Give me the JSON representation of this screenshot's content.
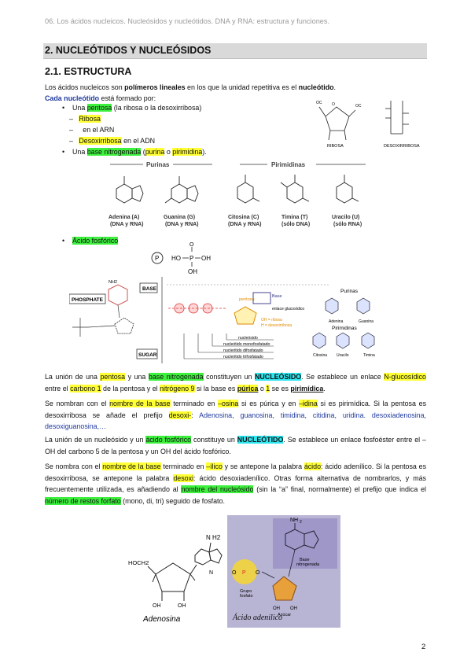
{
  "header": "06. Los ácidos nucleicos. Nucleósidos y nucleótidos. DNA y RNA: estructura y funciones.",
  "section_title": "2. NUCLEÓTIDOS Y NUCLEÓSIDOS",
  "subsection_title": "2.1. ESTRUCTURA",
  "intro": {
    "a": "Los ácidos nucleicos son ",
    "b": "polímeros lineales",
    "c": " en los que la unidad repetitiva es el ",
    "d": "nucleótido",
    "e": "."
  },
  "line2": {
    "a": "Cada nucleótido",
    "b": " está formado por:"
  },
  "bullet1": {
    "a": "Una ",
    "b": "pentosa",
    "c": " (la ribosa o la desoxirribosa)"
  },
  "sub1": "Ribosa",
  "sub2": "en el ARN",
  "sub3": {
    "a": "Desoxirribosa",
    "b": " en el ADN"
  },
  "bullet2": {
    "a": "Una ",
    "b": "base nitrogenada",
    "c": " (",
    "d": "purina",
    "e": " o ",
    "f": "pirimidina",
    "g": ")."
  },
  "bullet3": "Ácido fosfórico",
  "sugar_fig": {
    "ribosa": "RIBOSA",
    "desoxi": "DESOXIRRIBOSA",
    "oc": "OC",
    "o": "O",
    "oc2": "OC"
  },
  "bases_fig": {
    "purinas": "Purinas",
    "pirimidinas": "Pirimidinas",
    "bases": [
      {
        "name": "Adenina  (A)",
        "sub": "(DNA y RNA)"
      },
      {
        "name": "Guanina  (G)",
        "sub": "(DNA y RNA)"
      },
      {
        "name": "Citosina  (C)",
        "sub": "(DNA y RNA)"
      },
      {
        "name": "Timina  (T)",
        "sub": "(sólo DNA)"
      },
      {
        "name": "Uracilo  (U)",
        "sub": "(sólo RNA)"
      }
    ]
  },
  "phos": {
    "p": "P",
    "ho": "HO",
    "oh": "OH",
    "oh2": "OH",
    "o": "O"
  },
  "nuc_fig": {
    "phosphate": "PHOSPHATE",
    "base": "BASE",
    "sugar": "SUGAR",
    "nh2": "NH2",
    "pentosa": "pentosa",
    "base_lbl": "Base",
    "enlace": "enlace glucosídico",
    "oh_d": "OH = ribosa",
    "h_d": "H = desoxirribosa",
    "nucleosido": "nucleósido",
    "mono": "nucleótido monofosfatado",
    "di": "nucleótido difosfatado",
    "tri": "nucleótido trifosfatado",
    "purinas": "Purinas",
    "pirimidinas": "Pirimidinas",
    "adenina": "Adenina",
    "guanina": "Guanina",
    "citosina": "Citosina",
    "uracilo": "Uracilo",
    "timina": "Timina"
  },
  "para1": {
    "a": "La unión de una ",
    "b": "pentosa",
    "c": " y una ",
    "d": "base nitrogenada",
    "e": " constituyen un ",
    "f": "NUCLEÓSIDO",
    "g": ". Se establece un enlace ",
    "h": "N-glucosídico",
    "i": " entre el ",
    "j": "carbono 1",
    "k": " de la pentosa y el ",
    "l": "nitrógeno 9",
    "m": " si la base es ",
    "n": "púrica",
    "o": " o ",
    "p": "1",
    "q": " se es ",
    "r": "pirimídica",
    "s": "."
  },
  "para2": {
    "a": "Se nombran con el ",
    "b": "nombre de la base",
    "c": " terminado en ",
    "d": "–osina",
    "e": " si es púrica y en ",
    "f": "–idina",
    "g": " si es pirimídica. Si la pentosa es desoxirribosa se añade el prefijo ",
    "h": "desoxi-",
    "i": ": ",
    "j": "Adenosina, guanosina, timidina, citidina, uridina. desoxiadenosina, desoxiguanosina,…"
  },
  "para3": {
    "a": "La unión de un nucleósido y un ",
    "b": "ácido fosfórico",
    "c": " constituye un ",
    "d": "NUCLEÓTIDO",
    "e": ". Se establece un enlace fosfoéster entre el –OH del carbono 5 de la pentosa y un OH del ácido fosfórico."
  },
  "para4": {
    "a": "Se nombra con el ",
    "b": "nombre de la base",
    "c": " terminado en ",
    "d": "–ílico",
    "e": " y se antepone la palabra ",
    "f": "ácido",
    "g": ": ácido adenílico. Si la pentosa es desoxirribosa, se antepone la palabra ",
    "h": "desoxi",
    "i": ": ácido desoxiadenílico. Otras forma alternativa de nombrarlos, y más frecuentemente utilizada, es añadiendo al ",
    "j": "nombre del nucleósido",
    "k": " (sin la “a” final, normalmente) el prefijo que indica el ",
    "l": "número de restos forfato",
    "m": " (mono, di, tri) seguido de fosfato."
  },
  "fig_adenosina": {
    "nh2": "N H2",
    "hoch2": "HOCH2",
    "oh": "OH",
    "oh2": "OH",
    "caption": "Adenosina",
    "n": "N"
  },
  "fig_adenilico": {
    "nh": "NH",
    "two": "2",
    "base": "Base\nnitrogenada",
    "grupo": "Grupo\nfosfato",
    "azucar": "Azúcar",
    "caption": "Ácido adenílico",
    "oh": "OH",
    "oh2": "OH",
    "p": "P",
    "o": "O"
  },
  "page_number": "2"
}
